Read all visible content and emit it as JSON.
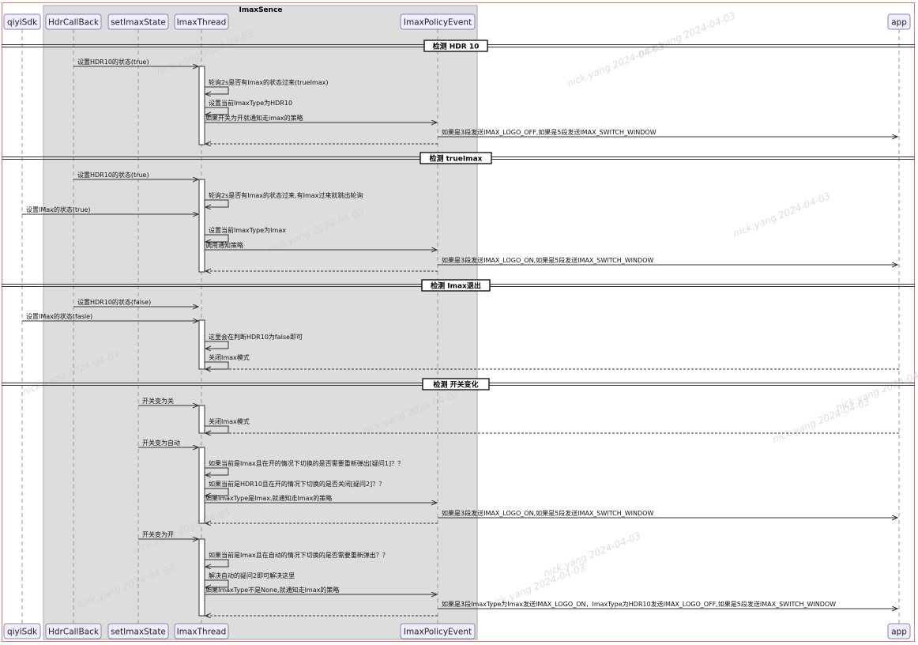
{
  "group": {
    "title": "ImaxSence"
  },
  "participants": [
    {
      "id": "qiyiSdk",
      "label": "qiyiSdk"
    },
    {
      "id": "HdrCallBack",
      "label": "HdrCallBack"
    },
    {
      "id": "setImaxState",
      "label": "setImaxState"
    },
    {
      "id": "ImaxThread",
      "label": "ImaxThread"
    },
    {
      "id": "ImaxPolicyEvent",
      "label": "ImaxPolicyEvent"
    },
    {
      "id": "app",
      "label": "app"
    }
  ],
  "sections": [
    {
      "title": "检测 HDR 10"
    },
    {
      "title": "检测 trueImax"
    },
    {
      "title": "检测 Imax退出"
    },
    {
      "title": "检测 开关变化"
    }
  ],
  "messages": [
    {
      "from": "HdrCallBack",
      "to": "ImaxThread",
      "text": "设置HDR10的状态(true)"
    },
    {
      "from": "ImaxThread",
      "to": "ImaxThread",
      "text": "轮询2s是否有Imax的状态过来(trueImax)"
    },
    {
      "from": "ImaxThread",
      "to": "ImaxThread",
      "text": "设置当前ImaxType为HDR10"
    },
    {
      "from": "ImaxThread",
      "to": "ImaxPolicyEvent",
      "text": "如果开关为开就通知走imax的策略"
    },
    {
      "from": "ImaxPolicyEvent",
      "to": "app",
      "text": "如果是3段发送IMAX_LOGO_OFF,如果是5段发送IMAX_SWITCH_WINDOW"
    },
    {
      "from": "ImaxPolicyEvent",
      "to": "ImaxThread",
      "text": "",
      "dashed": true
    },
    {
      "from": "HdrCallBack",
      "to": "ImaxThread",
      "text": "设置HDR10的状态(true)"
    },
    {
      "from": "ImaxThread",
      "to": "ImaxThread",
      "text": "轮询2s是否有Imax的状态过来,有Imax过来就跳出轮询"
    },
    {
      "from": "qiyiSdk",
      "to": "ImaxThread",
      "text": "设置IMax的状态(true)"
    },
    {
      "from": "ImaxThread",
      "to": "ImaxThread",
      "text": "设置当前ImaxType为Imax"
    },
    {
      "from": "ImaxThread",
      "to": "ImaxPolicyEvent",
      "text": "调用通知策略"
    },
    {
      "from": "ImaxPolicyEvent",
      "to": "app",
      "text": "如果是3段发送IMAX_LOGO_ON,如果是5段发送IMAX_SWITCH_WINDOW"
    },
    {
      "from": "ImaxPolicyEvent",
      "to": "ImaxThread",
      "text": "",
      "dashed": true
    },
    {
      "from": "HdrCallBack",
      "to": "ImaxThread",
      "text": "设置HDR10的状态(false)"
    },
    {
      "from": "qiyiSdk",
      "to": "ImaxThread",
      "text": "设置IMax的状态(fasle)"
    },
    {
      "from": "ImaxThread",
      "to": "ImaxThread",
      "text": "这里会在判断HDR10为false即可"
    },
    {
      "from": "ImaxThread",
      "to": "ImaxThread",
      "text": "关闭Imax模式"
    },
    {
      "from": "app",
      "to": "ImaxThread",
      "text": "",
      "dashed": true
    },
    {
      "from": "setImaxState",
      "to": "ImaxThread",
      "text": "开关变为关"
    },
    {
      "from": "ImaxThread",
      "to": "ImaxThread",
      "text": "关闭Imax模式"
    },
    {
      "from": "app",
      "to": "ImaxThread",
      "text": "",
      "dashed": true
    },
    {
      "from": "setImaxState",
      "to": "ImaxThread",
      "text": "开关变为自动"
    },
    {
      "from": "ImaxThread",
      "to": "ImaxThread",
      "text": "如果当前是Imax且在开的情况下切换的是否需要重新弹出[疑问1]？？"
    },
    {
      "from": "ImaxThread",
      "to": "ImaxThread",
      "text": "如果当前是HDR10且在开的情况下切换的是否关闭[疑问2]？？"
    },
    {
      "from": "ImaxThread",
      "to": "ImaxPolicyEvent",
      "text": "如果ImaxType是Imax,就通知走Imax的策略"
    },
    {
      "from": "ImaxPolicyEvent",
      "to": "app",
      "text": "如果是3段发送IMAX_LOGO_ON,如果是5段发送IMAX_SWITCH_WINDOW"
    },
    {
      "from": "ImaxPolicyEvent",
      "to": "ImaxThread",
      "text": "",
      "dashed": true
    },
    {
      "from": "setImaxState",
      "to": "ImaxThread",
      "text": "开关变为开"
    },
    {
      "from": "ImaxThread",
      "to": "ImaxThread",
      "text": "如果当前是Imax且在自动的情况下切换的是否需要重新弹出？？"
    },
    {
      "from": "ImaxThread",
      "to": "ImaxThread",
      "text": "解决自动的疑问2即可解决这里"
    },
    {
      "from": "ImaxThread",
      "to": "ImaxPolicyEvent",
      "text": "如果ImaxType不是None,就通知走Imax的策略"
    },
    {
      "from": "ImaxPolicyEvent",
      "to": "app",
      "text": "如果是3段ImaxType为Imax发送IMAX_LOGO_ON，ImaxType为HDR10发送IMAX_LOGO_OFF,如果是5段发送IMAX_SWITCH_WINDOW"
    },
    {
      "from": "ImaxPolicyEvent",
      "to": "ImaxThread",
      "text": "",
      "dashed": true
    }
  ],
  "watermark": {
    "text": "nick.yang  2024-04-03"
  },
  "colors": {
    "group_fill": "#dddddd",
    "participant_fill": "#eeeeff",
    "participant_border": "#8888aa",
    "line": "#333333",
    "frame": "#e07a7a"
  }
}
